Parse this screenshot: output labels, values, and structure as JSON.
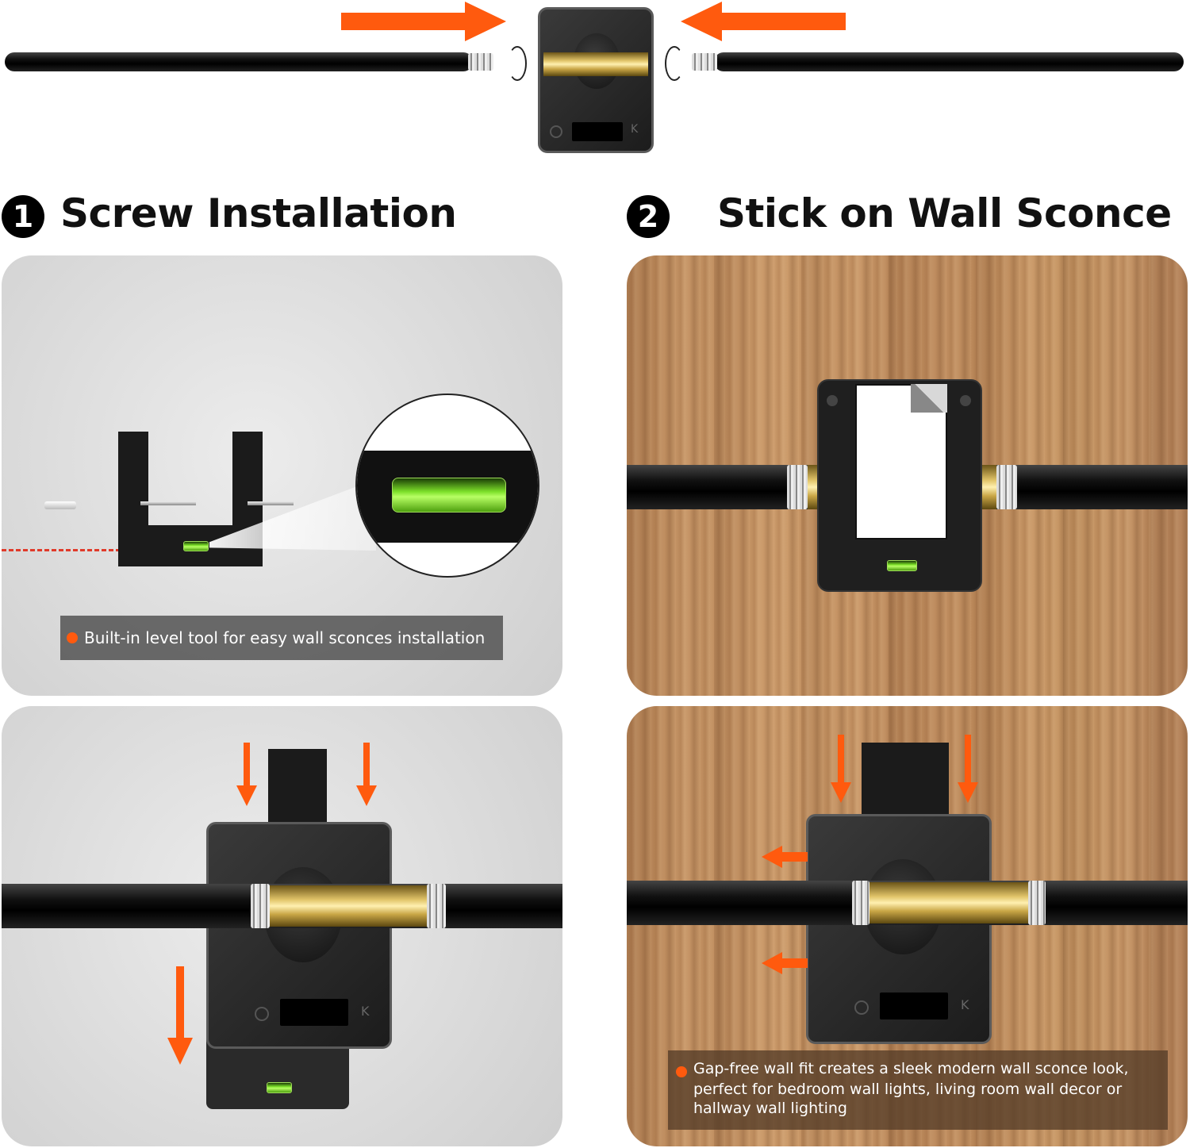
{
  "step1": {
    "number": "1",
    "title": "Screw Installation"
  },
  "step2": {
    "number": "2",
    "title": "Stick on Wall Sconce"
  },
  "panel1": {
    "caption": "Built-in level tool for easy wall sconces installation"
  },
  "panel4": {
    "caption_lines": [
      "Gap-free wall fit creates a sleek modern wall sconce look,",
      "perfect for bedroom wall lights, living room wall decor or",
      "hallway wall lighting"
    ]
  },
  "device": {
    "key_label": "K",
    "power_icon": "power-icon"
  },
  "colors": {
    "accent": "#ff5a0e",
    "brass": "#c9a646",
    "level_green": "#7de02a"
  }
}
